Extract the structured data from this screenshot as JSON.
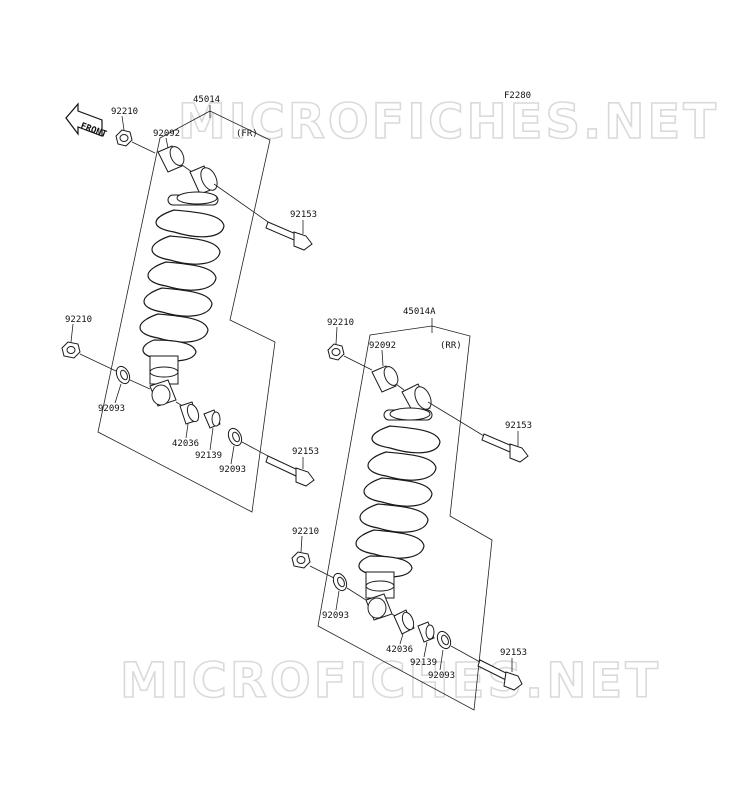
{
  "diagram_code": "F2280",
  "watermark": "MICROFICHES.NET",
  "front_arrow": {
    "label": "FRONT",
    "icon": "front-arrow-icon"
  },
  "front_assembly": {
    "assembly_no": "45014",
    "position": "(FR)",
    "labels": {
      "nut_top": "92210",
      "bushing_top": "92092",
      "bolt_top": "92153",
      "nut_bottom": "92210",
      "seal_left": "92093",
      "collar": "42036",
      "bushing_bottom": "92139",
      "seal_right": "92093",
      "bolt_bottom": "92153"
    }
  },
  "rear_assembly": {
    "assembly_no": "45014A",
    "position": "(RR)",
    "labels": {
      "nut_top": "92210",
      "bushing_top": "92092",
      "bolt_top": "92153",
      "nut_bottom": "92210",
      "seal_left": "92093",
      "collar": "42036",
      "bushing_bottom": "92139",
      "seal_right": "92093",
      "bolt_bottom": "92153"
    }
  }
}
